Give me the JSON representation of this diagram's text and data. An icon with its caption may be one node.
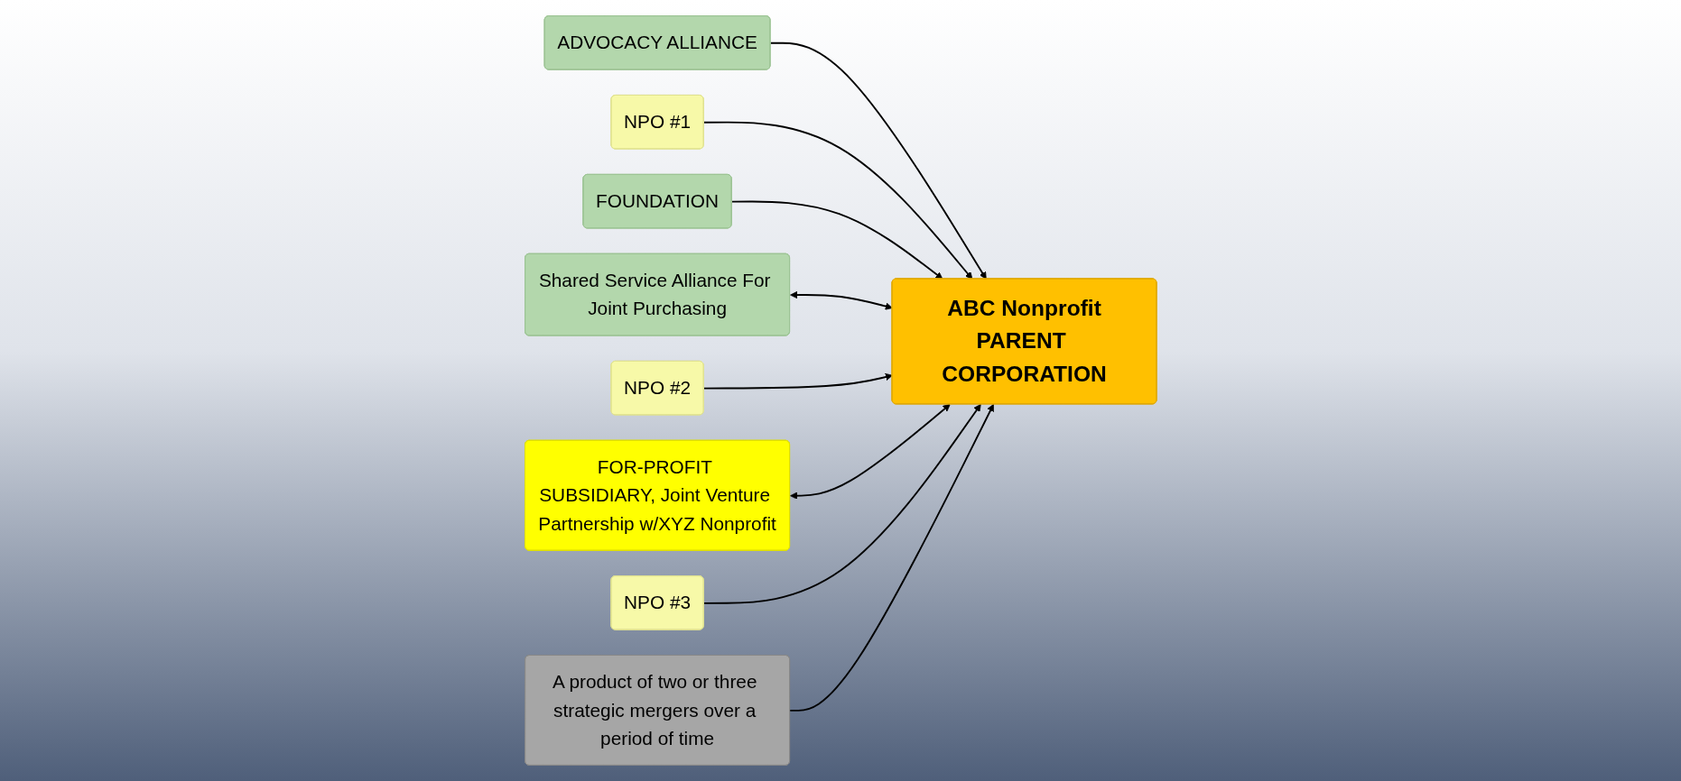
{
  "diagram": {
    "nodes": [
      {
        "text": [
          "ABC Nonprofit",
          "PARENT CORPORATION"
        ]
      },
      {
        "text": [
          "ADVOCACY ALLIANCE"
        ]
      },
      {
        "text": [
          "NPO #1"
        ]
      },
      {
        "text": [
          "FOUNDATION"
        ]
      },
      {
        "text": [
          "Shared Service Alliance For Joint Purchasing"
        ]
      },
      {
        "text": [
          "NPO #2"
        ]
      },
      {
        "text": [
          "FOR-PROFIT SUBSIDIARY, Joint Venture Partnership w/XYZ Nonprofit"
        ]
      },
      {
        "text": [
          "NPO #3"
        ]
      },
      {
        "text": [
          "A product of two or three strategic mergers over a period of time"
        ]
      }
    ],
    "edges": [
      {
        "from": 1,
        "to": 0,
        "arrow": "to"
      },
      {
        "from": 2,
        "to": 0,
        "arrow": "to"
      },
      {
        "from": 3,
        "to": 0,
        "arrow": "to"
      },
      {
        "from": 4,
        "to": 0,
        "arrow": "both"
      },
      {
        "from": 5,
        "to": 0,
        "arrow": "to"
      },
      {
        "from": 6,
        "to": 0,
        "arrow": "both"
      },
      {
        "from": 7,
        "to": 0,
        "arrow": "to"
      },
      {
        "from": 8,
        "to": 0,
        "arrow": "to"
      }
    ]
  }
}
